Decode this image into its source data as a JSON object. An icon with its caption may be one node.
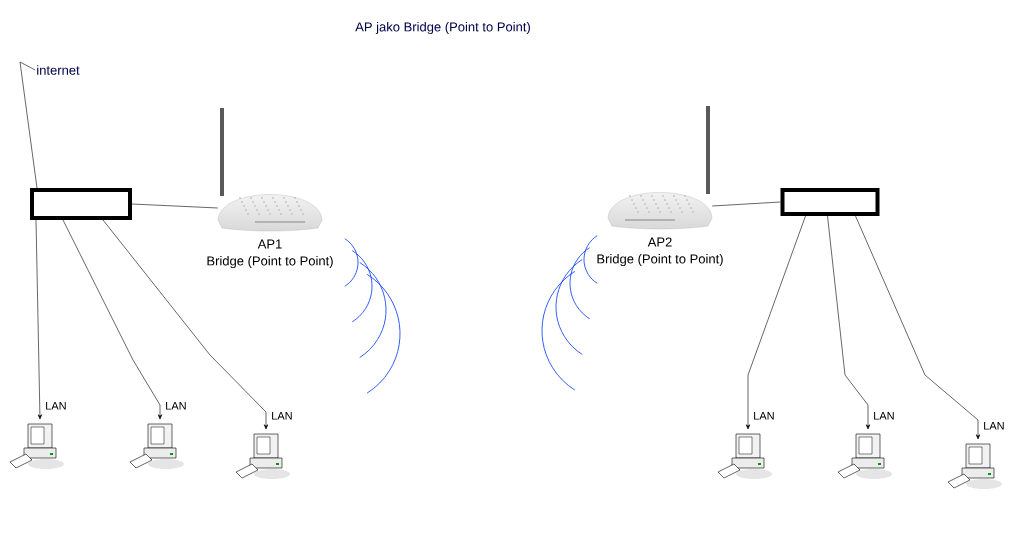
{
  "diagram": {
    "title": "AP jako Bridge (Point to Point)",
    "nodes": [
      {
        "text": [
          "internet"
        ]
      },
      {
        "text": [],
        "shape": "box"
      },
      {
        "text": [],
        "shape": "picture",
        "beside": [
          "AP1",
          "Bridge (Point to Point)"
        ]
      },
      {
        "text": [],
        "shape": "picture",
        "beside": [
          "AP2",
          "Bridge (Point to Point)"
        ]
      },
      {
        "text": [],
        "shape": "box"
      },
      {
        "text": [],
        "shape": "picture"
      },
      {
        "text": [],
        "shape": "picture"
      },
      {
        "text": [],
        "shape": "picture"
      },
      {
        "text": [],
        "shape": "picture"
      },
      {
        "text": [],
        "shape": "picture"
      },
      {
        "text": [],
        "shape": "picture"
      }
    ],
    "edges": [
      {
        "from": 0,
        "to": 1,
        "arrow": "none"
      },
      {
        "from": 1,
        "to": 2,
        "arrow": "none"
      },
      {
        "from": 1,
        "to": 5,
        "arrow": "to",
        "label": "LAN"
      },
      {
        "from": 1,
        "to": 6,
        "arrow": "to",
        "label": "LAN"
      },
      {
        "from": 1,
        "to": 7,
        "arrow": "to",
        "label": "LAN"
      },
      {
        "from": 3,
        "to": 4,
        "arrow": "none"
      },
      {
        "from": 4,
        "to": 8,
        "arrow": "to",
        "label": "LAN"
      },
      {
        "from": 4,
        "to": 9,
        "arrow": "to",
        "label": "LAN"
      },
      {
        "from": 4,
        "to": 10,
        "arrow": "to",
        "label": "LAN"
      }
    ]
  }
}
